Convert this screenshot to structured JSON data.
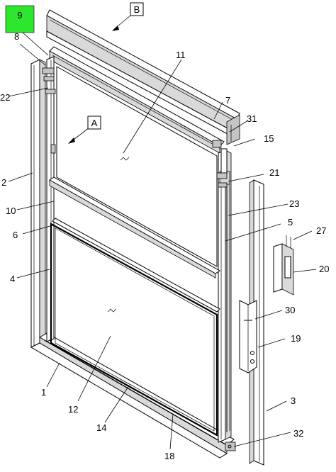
{
  "highlight": {
    "label": "9",
    "color": "#2ee62e"
  },
  "views": {
    "a": "A",
    "b": "B"
  },
  "callouts": {
    "c1": "1",
    "c2": "2",
    "c3": "3",
    "c4": "4",
    "c5": "5",
    "c6": "6",
    "c7": "7",
    "c8": "8",
    "c10": "10",
    "c11": "11",
    "c12": "12",
    "c14": "14",
    "c15": "15",
    "c18": "18",
    "c19": "19",
    "c20": "20",
    "c21": "21",
    "c22": "22",
    "c23": "23",
    "c27": "27",
    "c30": "30",
    "c31": "31",
    "c32": "32"
  }
}
